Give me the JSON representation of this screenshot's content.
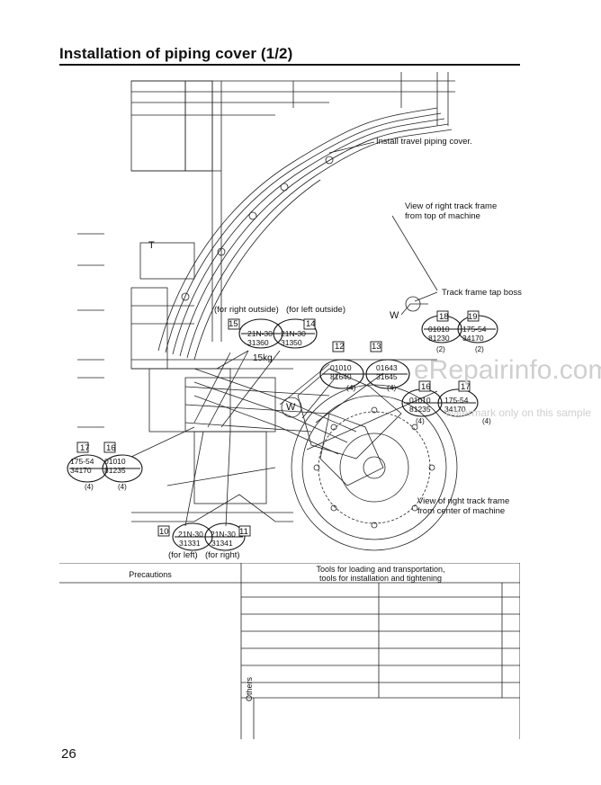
{
  "page": {
    "title": "Installation of piping cover (1/2)",
    "page_number": "26"
  },
  "callouts": {
    "install_cover": "Install travel piping cover.",
    "view_top_line1": "View of right track frame",
    "view_top_line2": "from top of machine",
    "track_boss": "Track frame tap boss",
    "w_upper": "W",
    "w_lower": "W",
    "t_label": "T",
    "for_right_outside": "(for right outside)",
    "for_left_outside": "(for left outside)",
    "torque": "15kg",
    "view_center_line1": "View of right track frame",
    "view_center_line2": "from center of machine",
    "for_left": "(for left)",
    "for_right": "(for right)"
  },
  "parts": [
    {
      "no": "15",
      "top": "21N-30",
      "bottom": "31360",
      "qty": ""
    },
    {
      "no": "14",
      "top": "21N-30",
      "bottom": "31350",
      "qty": ""
    },
    {
      "no": "12",
      "top": "01010",
      "bottom": "81640",
      "qty": "(4)"
    },
    {
      "no": "13",
      "top": "01643",
      "bottom": "31645",
      "qty": "(4)"
    },
    {
      "no": "18",
      "top": "01010",
      "bottom": "81230",
      "qty": "(2)"
    },
    {
      "no": "19",
      "top": "175-54",
      "bottom": "34170",
      "qty": "(2)"
    },
    {
      "no": "16",
      "top": "01010",
      "bottom": "81235",
      "qty": "(4)"
    },
    {
      "no": "17",
      "top": "175-54",
      "bottom": "34170",
      "qty": "(4)"
    },
    {
      "no": "17",
      "top": "175-54",
      "bottom": "34170",
      "qty": "(4)"
    },
    {
      "no": "16",
      "top": "01010",
      "bottom": "81235",
      "qty": "(4)"
    },
    {
      "no": "10",
      "top": "21N-30",
      "bottom": "31331",
      "qty": ""
    },
    {
      "no": "11",
      "top": "21N-30",
      "bottom": "31341",
      "qty": ""
    }
  ],
  "table": {
    "precautions_header": "Precautions",
    "tools_header_line1": "Tools for loading and transportation,",
    "tools_header_line2": "tools for installation and tightening",
    "others_label": "Others"
  },
  "watermark": {
    "main": "eRepairinfo.com",
    "sub": "watermark only on this sample"
  }
}
